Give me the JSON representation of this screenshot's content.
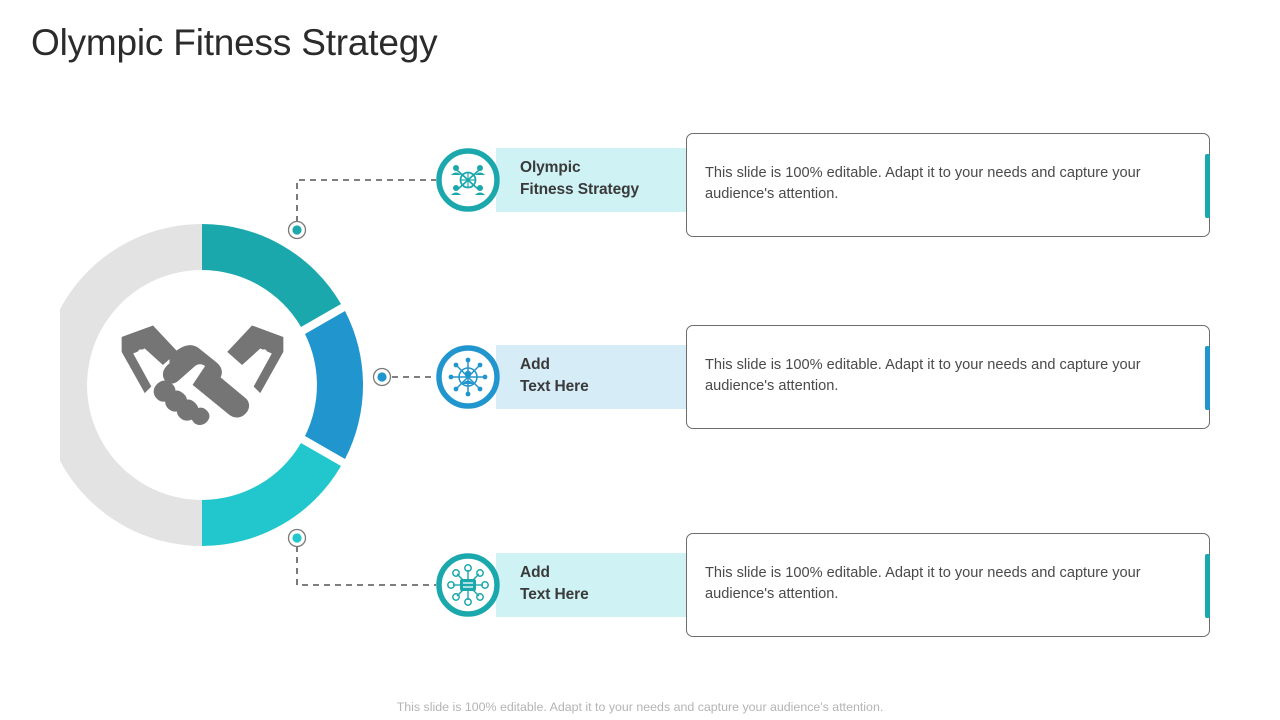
{
  "title": "Olympic Fitness Strategy",
  "colors": {
    "teal": "#1BA8AC",
    "blue": "#2196CE",
    "cyan": "#22C7CE",
    "ring_gray": "#E3E3E3",
    "icon_gray": "#757575",
    "band_cyan": "#CFF2F5",
    "band_blue": "#D6EDF8",
    "text_dark": "#3A3A3A",
    "text_body": "#4A4A4A",
    "footer_gray": "#B4B4B4",
    "card_border": "#6D6D6D"
  },
  "center_graphic": {
    "icon": "handshake-icon",
    "ring_segments": [
      {
        "name": "segment-top",
        "color": "#1BA8AC",
        "label": "Olympic Fitness Strategy"
      },
      {
        "name": "segment-middle",
        "color": "#2196CE",
        "label": "Add Text Here"
      },
      {
        "name": "segment-bottom",
        "color": "#22C7CE",
        "label": "Add Text Here"
      },
      {
        "name": "segment-inactive",
        "color": "#E3E3E3",
        "label": ""
      }
    ]
  },
  "rows": [
    {
      "icon": "network-people-icon",
      "icon_color": "#1BA8AC",
      "band_color": "#CFF2F5",
      "accent_color": "#1BA8AC",
      "dot_color": "#1BA8AC",
      "label_line1": "Olympic",
      "label_line2": "Fitness Strategy",
      "body": "This slide is 100% editable. Adapt it to your needs and capture your audience's attention."
    },
    {
      "icon": "user-network-icon",
      "icon_color": "#2196CE",
      "band_color": "#D6EDF8",
      "accent_color": "#2196CE",
      "dot_color": "#2196CE",
      "label_line1": "Add",
      "label_line2": "Text Here",
      "body": "This slide is 100% editable. Adapt it to your needs and capture your audience's attention."
    },
    {
      "icon": "server-hub-icon",
      "icon_color": "#1BA8AC",
      "band_color": "#CFF2F5",
      "accent_color": "#1BA8AC",
      "dot_color": "#22C7CE",
      "label_line1": "Add",
      "label_line2": "Text Here",
      "body": "This slide is 100% editable. Adapt it to your needs and capture your audience's attention."
    }
  ],
  "footer": "This slide is 100% editable. Adapt it to your needs and capture your audience's attention."
}
